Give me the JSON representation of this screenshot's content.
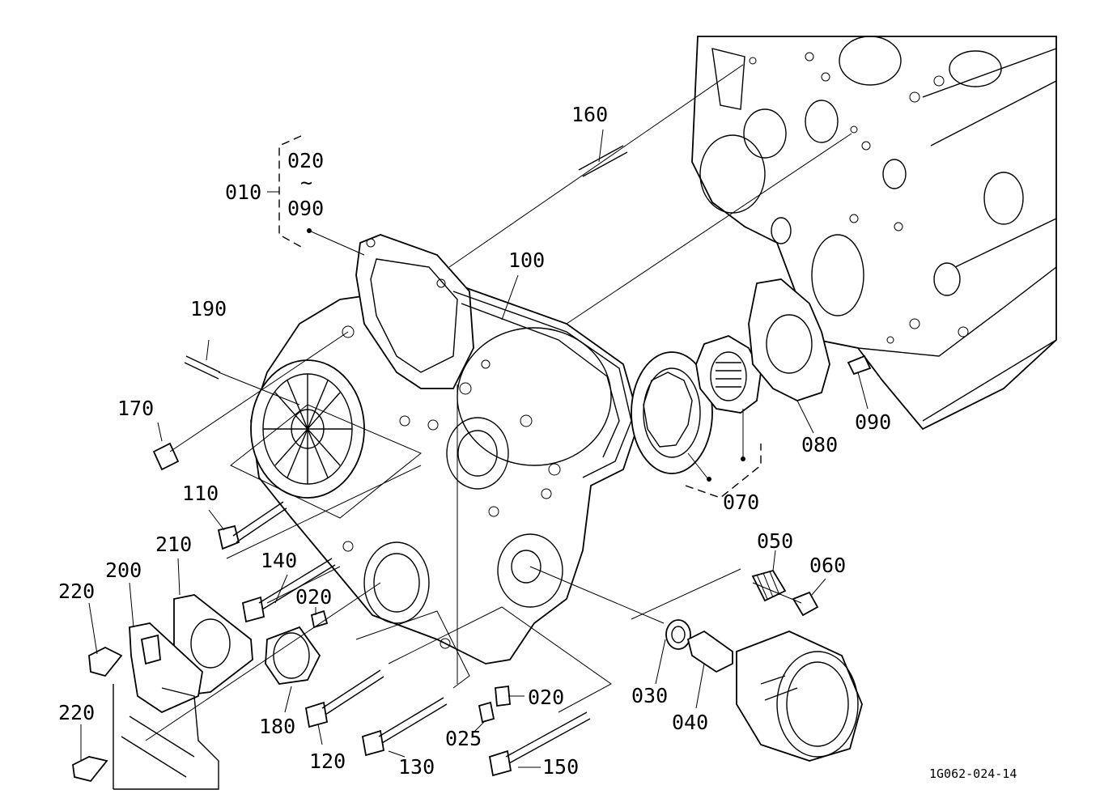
{
  "diagram": {
    "drawing_code": "1G062-024-14",
    "group": {
      "id": "010",
      "range_start": "020",
      "range_tilde": "~",
      "range_end": "090"
    },
    "callouts": [
      {
        "key": "p160",
        "text": "160"
      },
      {
        "key": "p100",
        "text": "100"
      },
      {
        "key": "p190",
        "text": "190"
      },
      {
        "key": "p170",
        "text": "170"
      },
      {
        "key": "p110",
        "text": "110"
      },
      {
        "key": "p210",
        "text": "210"
      },
      {
        "key": "p200",
        "text": "200"
      },
      {
        "key": "p220a",
        "text": "220"
      },
      {
        "key": "p220b",
        "text": "220"
      },
      {
        "key": "p140",
        "text": "140"
      },
      {
        "key": "p020a",
        "text": "020"
      },
      {
        "key": "p020b",
        "text": "020"
      },
      {
        "key": "p180",
        "text": "180"
      },
      {
        "key": "p120",
        "text": "120"
      },
      {
        "key": "p130",
        "text": "130"
      },
      {
        "key": "p025",
        "text": "025"
      },
      {
        "key": "p150",
        "text": "150"
      },
      {
        "key": "p030",
        "text": "030"
      },
      {
        "key": "p040",
        "text": "040"
      },
      {
        "key": "p050",
        "text": "050"
      },
      {
        "key": "p060",
        "text": "060"
      },
      {
        "key": "p070",
        "text": "070"
      },
      {
        "key": "p080",
        "text": "080"
      },
      {
        "key": "p090",
        "text": "090"
      }
    ]
  }
}
